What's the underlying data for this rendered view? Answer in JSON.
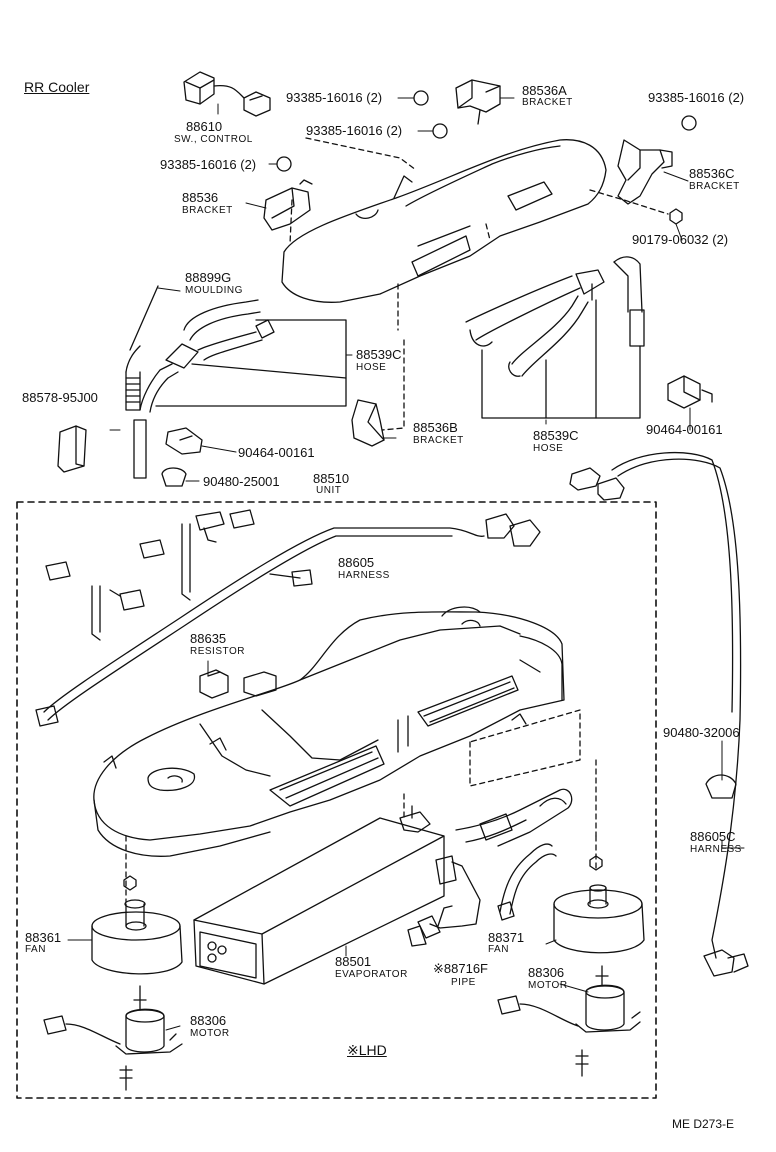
{
  "title": "RR Cooler",
  "diagram_code": "ME  D273-E",
  "lhd_note": "※LHD",
  "parts": [
    {
      "id": "p1",
      "number": "88610",
      "desc": "SW., CONTROL"
    },
    {
      "id": "p2",
      "number": "93385-16016 (2)",
      "desc": ""
    },
    {
      "id": "p3",
      "number": "93385-16016 (2)",
      "desc": ""
    },
    {
      "id": "p4",
      "number": "93385-16016 (2)",
      "desc": ""
    },
    {
      "id": "p5",
      "number": "88536A",
      "desc": "BRACKET"
    },
    {
      "id": "p6",
      "number": "93385-16016 (2)",
      "desc": ""
    },
    {
      "id": "p7",
      "number": "88536C",
      "desc": "BRACKET"
    },
    {
      "id": "p8",
      "number": "88536",
      "desc": "BRACKET"
    },
    {
      "id": "p9",
      "number": "90179-06032 (2)",
      "desc": ""
    },
    {
      "id": "p10",
      "number": "88899G",
      "desc": "MOULDING"
    },
    {
      "id": "p11",
      "number": "88539C",
      "desc": "HOSE"
    },
    {
      "id": "p12",
      "number": "88578-95J00",
      "desc": ""
    },
    {
      "id": "p13",
      "number": "88536B",
      "desc": "BRACKET"
    },
    {
      "id": "p14",
      "number": "88539C",
      "desc": "HOSE"
    },
    {
      "id": "p15",
      "number": "90464-00161",
      "desc": ""
    },
    {
      "id": "p16",
      "number": "90464-00161",
      "desc": ""
    },
    {
      "id": "p17",
      "number": "90480-25001",
      "desc": ""
    },
    {
      "id": "p18",
      "number": "88510",
      "desc": "UNIT"
    },
    {
      "id": "p19",
      "number": "88605",
      "desc": "HARNESS"
    },
    {
      "id": "p20",
      "number": "88635",
      "desc": "RESISTOR"
    },
    {
      "id": "p21",
      "number": "90480-32006",
      "desc": ""
    },
    {
      "id": "p22",
      "number": "88605C",
      "desc": "HARNESS"
    },
    {
      "id": "p23",
      "number": "88361",
      "desc": "FAN"
    },
    {
      "id": "p24",
      "number": "88501",
      "desc": "EVAPORATOR"
    },
    {
      "id": "p25",
      "number": "※88716F",
      "desc": "PIPE"
    },
    {
      "id": "p26",
      "number": "88371",
      "desc": "FAN"
    },
    {
      "id": "p27",
      "number": "88306",
      "desc": "MOTOR"
    },
    {
      "id": "p28",
      "number": "88306",
      "desc": "MOTOR"
    }
  ]
}
